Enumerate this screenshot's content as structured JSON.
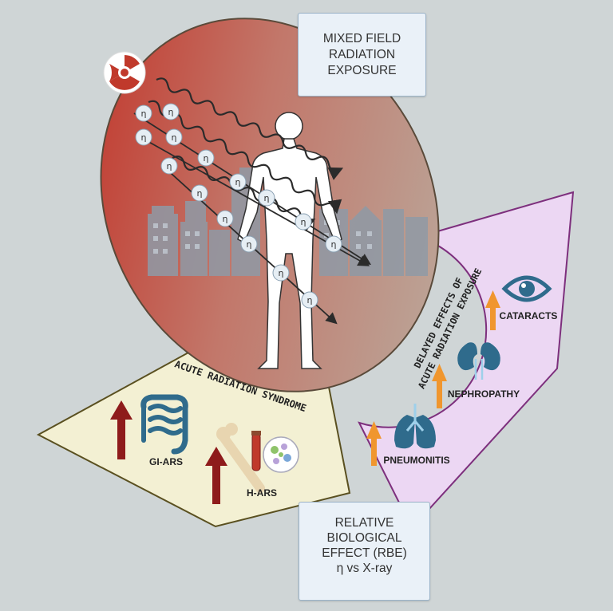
{
  "exposure_box": {
    "lines": [
      "MIXED FIELD",
      "RADIATION",
      "EXPOSURE"
    ]
  },
  "rbe_box": {
    "lines": [
      "RELATIVE",
      "BIOLOGICAL",
      "EFFECT (RBE)",
      "η vs X-ray"
    ]
  },
  "neutron_symbol": "η",
  "ars_panel": {
    "title": "ACUTE RADIATION SYNDROME",
    "items": [
      {
        "label": "GI-ARS",
        "icon": "intestine-icon"
      },
      {
        "label": "H-ARS",
        "icon": "bone-marrow-blood-icon"
      }
    ]
  },
  "delayed_panel": {
    "title_lines": [
      "DELAYED EFFECTS OF",
      "ACUTE RADIATION EXPOSURE"
    ],
    "items": [
      {
        "label": "PNEUMONITIS",
        "icon": "lungs-icon"
      },
      {
        "label": "NEPHROPATHY",
        "icon": "kidneys-icon"
      },
      {
        "label": "CATARACTS",
        "icon": "eye-icon"
      }
    ]
  },
  "colors": {
    "background": "#cfd5d6",
    "exposure_gradient_start": "#c0392b",
    "exposure_gradient_end": "#b8b0a4",
    "ars_panel": "#f3f0d3",
    "delayed_panel": "#ecd7f3",
    "increase_arrow_dark": "#8e1b1b",
    "increase_arrow_orange": "#f0962e",
    "organ_blue": "#2f6b8c"
  }
}
